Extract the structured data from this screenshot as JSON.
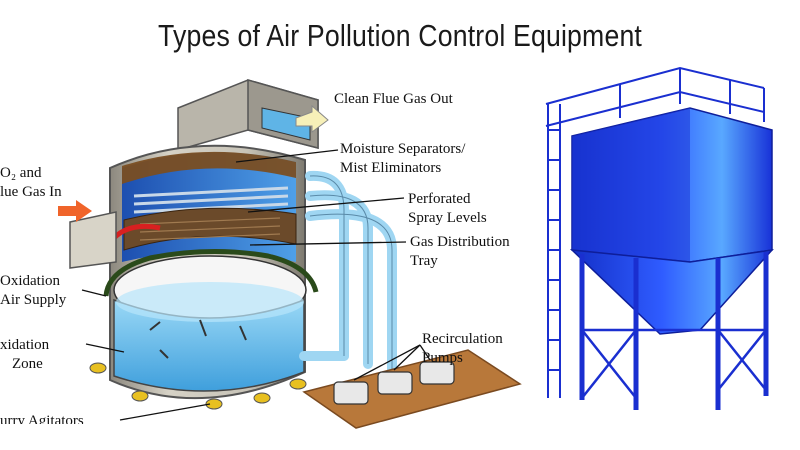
{
  "title": "Types of Air Pollution Control Equipment",
  "scrubber": {
    "labels": {
      "clean_flue_gas_out": "Clean Flue Gas Out",
      "moisture_separators_1": "Moisture Separators/",
      "moisture_separators_2": "Mist Eliminators",
      "perforated_1": "Perforated",
      "perforated_2": "Spray  Levels",
      "gas_distribution_1": "Gas Distribution",
      "gas_distribution_2": "Tray",
      "recirculation_1": "Recirculation",
      "recirculation_2": "Pumps",
      "flue_gas_in_1": "O₂ and",
      "flue_gas_in_2": "lue Gas In",
      "oxidation_air_1": "Oxidation",
      "oxidation_air_2": "Air Supply",
      "oxidation_zone_1": "xidation",
      "oxidation_zone_2": "Zone",
      "slurry_agitators": "urry Agitators"
    }
  },
  "colors": {
    "tank_shell": "#b8b4a8",
    "slurry": "#6ec3f0",
    "pipe": "#9fd6f2",
    "tray": "#6b4a2a",
    "arrow_in": "#f0642a",
    "baghouse": "#1f3fe8"
  }
}
